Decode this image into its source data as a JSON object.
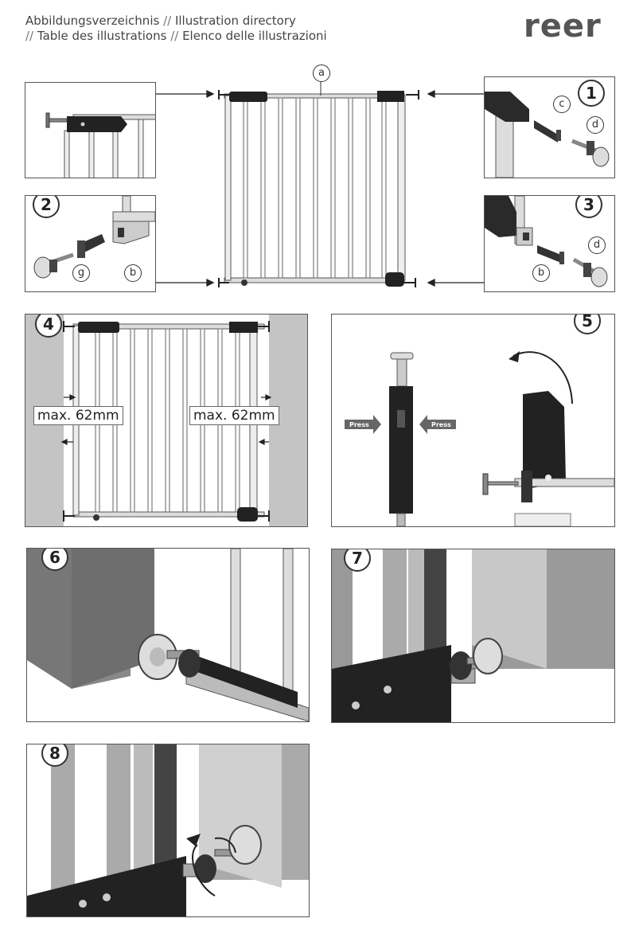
{
  "header": {
    "line1_part1": "Abbildungsverzeichnis",
    "separator": "//",
    "line1_part2": "Illustration directory",
    "line2_part1": "Table des illustrations",
    "line2_part2": "Elenco delle illustrazioni"
  },
  "logo": "reer",
  "figures": {
    "f1": "1",
    "f2": "2",
    "f3": "3",
    "f4": "4",
    "f5": "5",
    "f6": "6",
    "f7": "7",
    "f8": "8"
  },
  "parts": {
    "a": "a",
    "b": "b",
    "c": "c",
    "d": "d",
    "g": "g"
  },
  "max_label": "max. 62mm",
  "press_label": "Press"
}
